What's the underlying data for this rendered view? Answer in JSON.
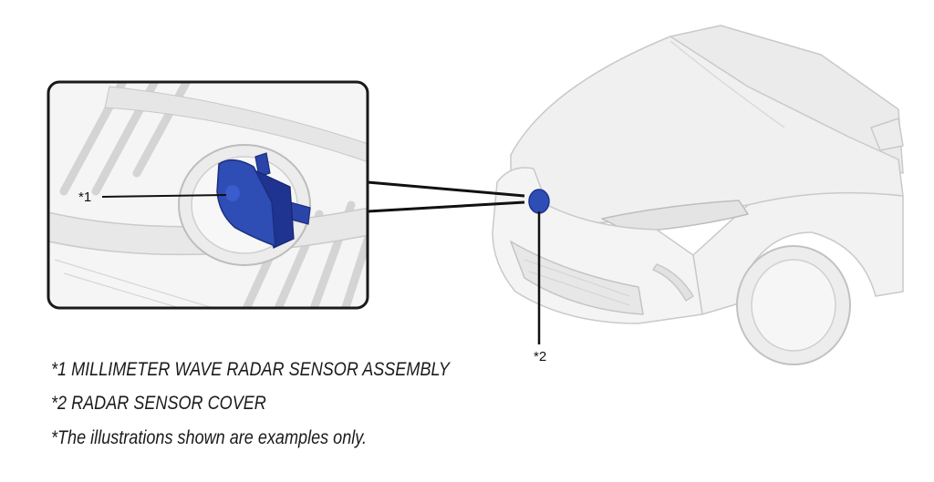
{
  "diagram": {
    "callouts": [
      {
        "id": "*1"
      },
      {
        "id": "*2"
      }
    ],
    "legend": [
      "*1 MILLIMETER WAVE RADAR SENSOR ASSEMBLY",
      "*2 RADAR SENSOR COVER",
      "*The illustrations shown are examples only."
    ],
    "colors": {
      "sensor_blue": "#2e4db5",
      "sensor_dark": "#1f3490",
      "line": "#111111",
      "car_body": "#f2f2f2",
      "car_outline": "#c8c8c8"
    },
    "icons": [
      "car-front-illustration",
      "radar-sensor-icon",
      "sensor-cover-icon"
    ]
  }
}
